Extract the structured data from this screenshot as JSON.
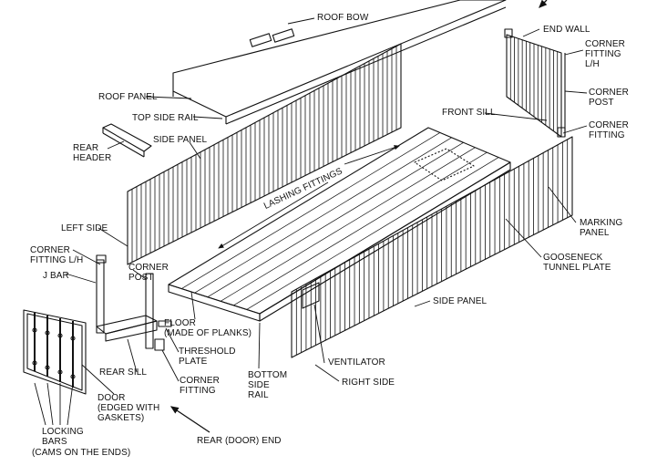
{
  "labels": {
    "roof_bow": "ROOF BOW",
    "end_wall": "END WALL",
    "corner_fitting_lh_top": "CORNER\nFITTING\nL/H",
    "roof_panel": "ROOF PANEL",
    "corner_post_right": "CORNER\nPOST",
    "top_side_rail": "TOP SIDE RAIL",
    "front_sill": "FRONT SILL",
    "corner_fitting_right": "CORNER\nFITTING",
    "rear_header": "REAR\nHEADER",
    "side_panel_top": "SIDE PANEL",
    "lashing_fittings": "LASHING FITTINGS",
    "left_side": "LEFT SIDE",
    "marking_panel": "MARKING\nPANEL",
    "corner_fitting_lh_left": "CORNER\nFITTING L/H",
    "gooseneck": "GOOSENECK\nTUNNEL PLATE",
    "j_bar": "J BAR",
    "corner_post_left": "CORNER\nPOST",
    "side_panel_bottom": "SIDE PANEL",
    "floor": "FLOOR\n(MADE OF PLANKS)",
    "threshold": "THRESHOLD\nPLATE",
    "ventilator": "VENTILATOR",
    "rear_sill": "REAR SILL",
    "bottom_side_rail": "BOTTOM\nSIDE\nRAIL",
    "corner_fitting_bottom": "CORNER\nFITTING",
    "right_side": "RIGHT SIDE",
    "door": "DOOR\n(EDGED WITH\nGASKETS)",
    "locking_bars": "LOCKING\nBARS",
    "rear_door_end": "REAR (DOOR) END",
    "cams": "(CAMS ON THE ENDS)"
  }
}
